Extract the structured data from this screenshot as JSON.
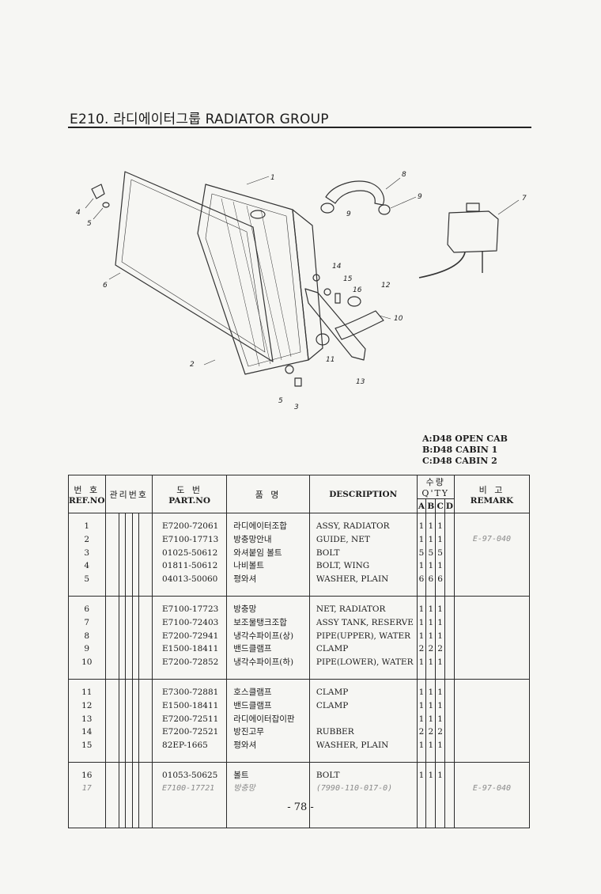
{
  "title": "E210. 라디에이터그룹 RADIATOR GROUP",
  "callouts": [
    "1",
    "2",
    "3",
    "4",
    "5",
    "6",
    "7",
    "8",
    "9",
    "9",
    "10",
    "11",
    "12",
    "13",
    "14",
    "15",
    "16",
    "3",
    "5"
  ],
  "legend": [
    "A:D48 OPEN CAB",
    "B:D48 CABIN 1",
    "C:D48 CABIN 2"
  ],
  "table": {
    "headers": {
      "ref_ko": "번 호",
      "ref_en": "REF.NO",
      "mgmt_ko": "관리번호",
      "part_ko": "도 번",
      "part_en": "PART.NO",
      "name_ko": "품 명",
      "desc": "DESCRIPTION",
      "qty_ko": "수량 Q'TY",
      "qty_a": "A",
      "qty_b": "B",
      "qty_c": "C",
      "qty_d": "D",
      "remark_ko": "비 고",
      "remark_en": "REMARK"
    },
    "rows": [
      {
        "ref": "1",
        "part": "E7200-72061",
        "name": "라디에이터조합",
        "desc": "ASSY, RADIATOR",
        "a": "1",
        "b": "1",
        "c": "1",
        "d": "",
        "remark": ""
      },
      {
        "ref": "2",
        "part": "E7100-17713",
        "name": "방충망안내",
        "desc": "GUIDE, NET",
        "a": "1",
        "b": "1",
        "c": "1",
        "d": "",
        "remark": "E-97-040"
      },
      {
        "ref": "3",
        "part": "01025-50612",
        "name": "와셔붙임 볼트",
        "desc": "BOLT",
        "a": "5",
        "b": "5",
        "c": "5",
        "d": "",
        "remark": ""
      },
      {
        "ref": "4",
        "part": "01811-50612",
        "name": "나비볼트",
        "desc": "BOLT, WING",
        "a": "1",
        "b": "1",
        "c": "1",
        "d": "",
        "remark": ""
      },
      {
        "ref": "5",
        "part": "04013-50060",
        "name": "평와셔",
        "desc": "WASHER, PLAIN",
        "a": "6",
        "b": "6",
        "c": "6",
        "d": "",
        "remark": ""
      },
      {
        "ref": "6",
        "part": "E7100-17723",
        "name": "방충망",
        "desc": "NET, RADIATOR",
        "a": "1",
        "b": "1",
        "c": "1",
        "d": "",
        "remark": ""
      },
      {
        "ref": "7",
        "part": "E7100-72403",
        "name": "보조물탱크조합",
        "desc": "ASSY TANK, RESERVE",
        "a": "1",
        "b": "1",
        "c": "1",
        "d": "",
        "remark": ""
      },
      {
        "ref": "8",
        "part": "E7200-72941",
        "name": "냉각수파이프(상)",
        "desc": "PIPE(UPPER), WATER",
        "a": "1",
        "b": "1",
        "c": "1",
        "d": "",
        "remark": ""
      },
      {
        "ref": "9",
        "part": "E1500-18411",
        "name": "밴드클램프",
        "desc": "CLAMP",
        "a": "2",
        "b": "2",
        "c": "2",
        "d": "",
        "remark": ""
      },
      {
        "ref": "10",
        "part": "E7200-72852",
        "name": "냉각수파이프(하)",
        "desc": "PIPE(LOWER), WATER",
        "a": "1",
        "b": "1",
        "c": "1",
        "d": "",
        "remark": ""
      },
      {
        "ref": "11",
        "part": "E7300-72881",
        "name": "호스클램프",
        "desc": "CLAMP",
        "a": "1",
        "b": "1",
        "c": "1",
        "d": "",
        "remark": ""
      },
      {
        "ref": "12",
        "part": "E1500-18411",
        "name": "밴드클램프",
        "desc": "CLAMP",
        "a": "1",
        "b": "1",
        "c": "1",
        "d": "",
        "remark": ""
      },
      {
        "ref": "13",
        "part": "E7200-72511",
        "name": "라디에이터잡이판",
        "desc": "",
        "a": "1",
        "b": "1",
        "c": "1",
        "d": "",
        "remark": ""
      },
      {
        "ref": "14",
        "part": "E7200-72521",
        "name": "방진고무",
        "desc": "RUBBER",
        "a": "2",
        "b": "2",
        "c": "2",
        "d": "",
        "remark": ""
      },
      {
        "ref": "15",
        "part": "82EP-1665",
        "name": "평와셔",
        "desc": "WASHER, PLAIN",
        "a": "1",
        "b": "1",
        "c": "1",
        "d": "",
        "remark": ""
      },
      {
        "ref": "16",
        "part": "01053-50625",
        "name": "볼트",
        "desc": "BOLT",
        "a": "1",
        "b": "1",
        "c": "1",
        "d": "",
        "remark": ""
      },
      {
        "ref": "17",
        "part": "E7100-17721",
        "name": "방충망",
        "desc": "(7990-110-017-0)",
        "a": "",
        "b": "",
        "c": "",
        "d": "",
        "remark": "E-97-040"
      }
    ]
  },
  "page_number": "- 78 -",
  "colors": {
    "ink": "#1c1c1c",
    "paper": "#f6f6f3",
    "handwriting": "#8a8a8a"
  }
}
